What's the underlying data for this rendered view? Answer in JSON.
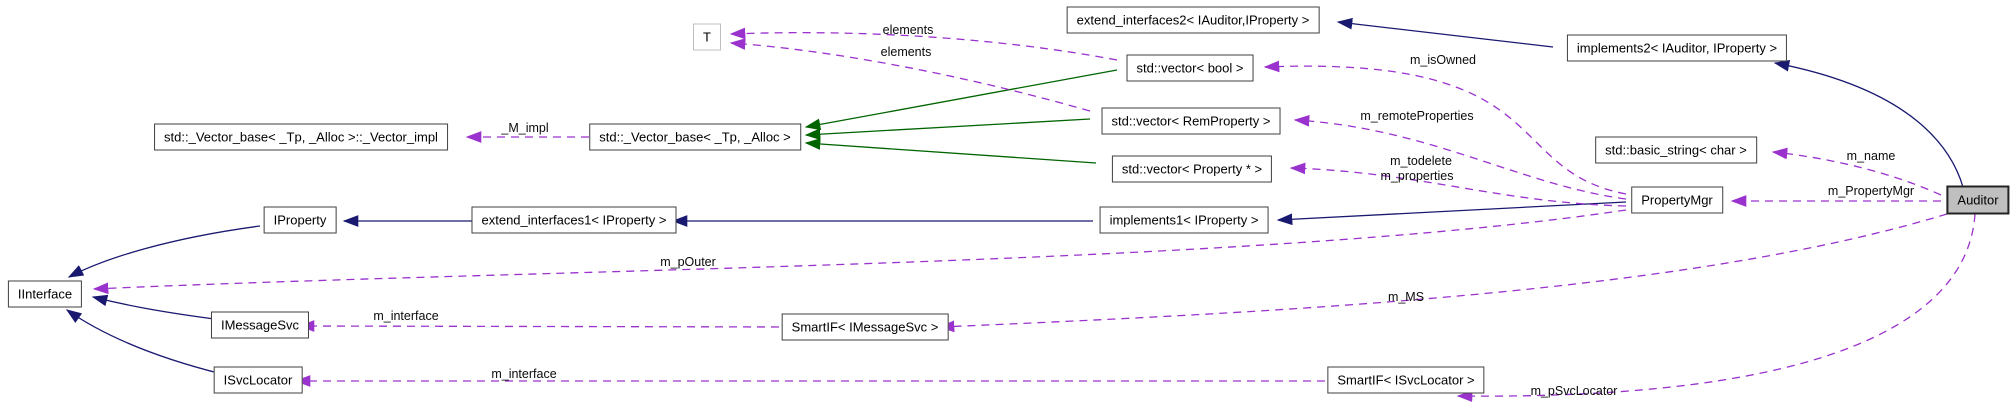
{
  "diagram": {
    "kind": "collaboration-graph",
    "focus_class": "Auditor",
    "colors": {
      "inheritance_edge": "#191970",
      "template_edge": "#006400",
      "usage_edge": "#9a32cd",
      "node_border": "#3f3f3f",
      "focus_node_fill": "#bfbfbf",
      "template_param_border": "#bfbfbf",
      "background": "#ffffff"
    },
    "nodes": [
      {
        "id": "vector-impl",
        "label": "std::_Vector_base< _Tp, _Alloc >::_Vector_impl"
      },
      {
        "id": "vector-base",
        "label": "std::_Vector_base< _Tp, _Alloc >"
      },
      {
        "id": "t",
        "label": "T"
      },
      {
        "id": "extend-interfaces2",
        "label": "extend_interfaces2< IAuditor,IProperty >"
      },
      {
        "id": "implements2",
        "label": "implements2< IAuditor, IProperty >"
      },
      {
        "id": "vector-bool",
        "label": "std::vector< bool >"
      },
      {
        "id": "vector-remproperty",
        "label": "std::vector< RemProperty >"
      },
      {
        "id": "vector-property",
        "label": "std::vector< Property * >"
      },
      {
        "id": "basic-string",
        "label": "std::basic_string< char >"
      },
      {
        "id": "property-mgr",
        "label": "PropertyMgr"
      },
      {
        "id": "auditor",
        "label": "Auditor"
      },
      {
        "id": "iproperty",
        "label": "IProperty"
      },
      {
        "id": "extend-interfaces1",
        "label": "extend_interfaces1< IProperty >"
      },
      {
        "id": "implements1",
        "label": "implements1< IProperty >"
      },
      {
        "id": "iinterface",
        "label": "IInterface"
      },
      {
        "id": "imessagesvc",
        "label": "IMessageSvc"
      },
      {
        "id": "smartif-imessagesvc",
        "label": "SmartIF< IMessageSvc >"
      },
      {
        "id": "isvclocator",
        "label": "ISvcLocator"
      },
      {
        "id": "smartif-isvclocator",
        "label": "SmartIF< ISvcLocator >"
      }
    ],
    "edge_labels": [
      {
        "id": "elements-1",
        "text": "elements"
      },
      {
        "id": "elements-2",
        "text": "elements"
      },
      {
        "id": "m-impl",
        "text": "_M_impl"
      },
      {
        "id": "m-isowned",
        "text": "m_isOwned"
      },
      {
        "id": "m-remoteproperties",
        "text": "m_remoteProperties"
      },
      {
        "id": "m-todelete",
        "text": "m_todelete"
      },
      {
        "id": "m-properties",
        "text": "m_properties"
      },
      {
        "id": "m-name",
        "text": "m_name"
      },
      {
        "id": "m-propertymgr",
        "text": "m_PropertyMgr"
      },
      {
        "id": "m-pouter",
        "text": "m_pOuter"
      },
      {
        "id": "m-ms",
        "text": "m_MS"
      },
      {
        "id": "m-interface-1",
        "text": "m_interface"
      },
      {
        "id": "m-interface-2",
        "text": "m_interface"
      },
      {
        "id": "m-psvclocator",
        "text": "m_pSvcLocator"
      }
    ],
    "edges": [
      {
        "from": "std::vector< bool >",
        "to": "T",
        "type": "usage",
        "label": "elements"
      },
      {
        "from": "std::vector< RemProperty >",
        "to": "T",
        "type": "usage",
        "label": "elements"
      },
      {
        "from": "std::_Vector_base< _Tp, _Alloc >",
        "to": "std::_Vector_base< _Tp, _Alloc >::_Vector_impl",
        "type": "usage",
        "label": "_M_impl"
      },
      {
        "from": "implements2< IAuditor, IProperty >",
        "to": "extend_interfaces2< IAuditor,IProperty >",
        "type": "inheritance",
        "label": ""
      },
      {
        "from": "Auditor",
        "to": "implements2< IAuditor, IProperty >",
        "type": "inheritance",
        "label": ""
      },
      {
        "from": "std::vector< bool >",
        "to": "std::_Vector_base< _Tp, _Alloc >",
        "type": "template-inheritance",
        "label": ""
      },
      {
        "from": "std::vector< RemProperty >",
        "to": "std::_Vector_base< _Tp, _Alloc >",
        "type": "template-inheritance",
        "label": ""
      },
      {
        "from": "std::vector< Property * >",
        "to": "std::_Vector_base< _Tp, _Alloc >",
        "type": "template-inheritance",
        "label": ""
      },
      {
        "from": "PropertyMgr",
        "to": "std::vector< bool >",
        "type": "usage",
        "label": "m_isOwned"
      },
      {
        "from": "PropertyMgr",
        "to": "std::vector< RemProperty >",
        "type": "usage",
        "label": "m_remoteProperties"
      },
      {
        "from": "PropertyMgr",
        "to": "std::vector< Property * >",
        "type": "usage",
        "label": "m_todelete m_properties"
      },
      {
        "from": "Auditor",
        "to": "std::basic_string< char >",
        "type": "usage",
        "label": "m_name"
      },
      {
        "from": "Auditor",
        "to": "PropertyMgr",
        "type": "usage",
        "label": "m_PropertyMgr"
      },
      {
        "from": "PropertyMgr",
        "to": "implements1< IProperty >",
        "type": "inheritance",
        "label": ""
      },
      {
        "from": "implements1< IProperty >",
        "to": "extend_interfaces1< IProperty >",
        "type": "inheritance",
        "label": ""
      },
      {
        "from": "extend_interfaces1< IProperty >",
        "to": "IProperty",
        "type": "inheritance",
        "label": ""
      },
      {
        "from": "IProperty",
        "to": "IInterface",
        "type": "inheritance",
        "label": ""
      },
      {
        "from": "IMessageSvc",
        "to": "IInterface",
        "type": "inheritance",
        "label": ""
      },
      {
        "from": "ISvcLocator",
        "to": "IInterface",
        "type": "inheritance",
        "label": ""
      },
      {
        "from": "PropertyMgr",
        "to": "IInterface",
        "type": "usage",
        "label": "m_pOuter"
      },
      {
        "from": "Auditor",
        "to": "SmartIF< IMessageSvc >",
        "type": "usage",
        "label": "m_MS"
      },
      {
        "from": "SmartIF< IMessageSvc >",
        "to": "IMessageSvc",
        "type": "usage",
        "label": "m_interface"
      },
      {
        "from": "SmartIF< ISvcLocator >",
        "to": "ISvcLocator",
        "type": "usage",
        "label": "m_interface"
      },
      {
        "from": "Auditor",
        "to": "SmartIF< ISvcLocator >",
        "type": "usage",
        "label": "m_pSvcLocator"
      }
    ]
  }
}
